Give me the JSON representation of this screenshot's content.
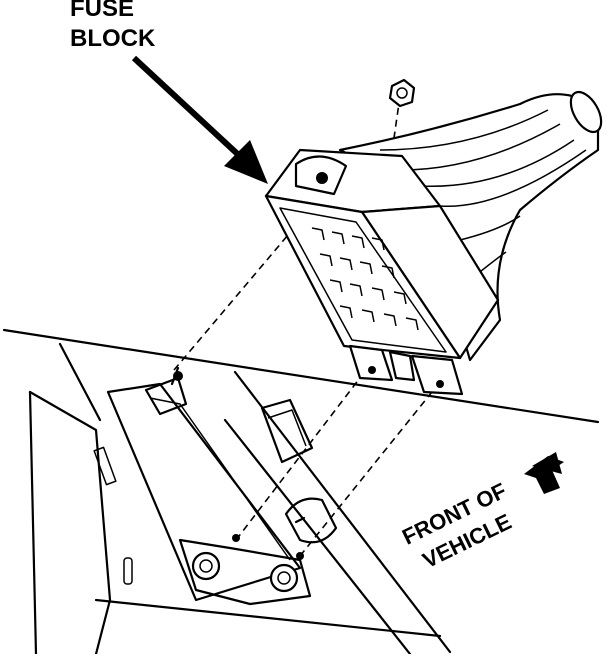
{
  "labels": {
    "fuse_block_line1": "FUSE",
    "fuse_block_line2": "BLOCK",
    "front_line1": "FRONT OF",
    "front_line2": "VEHICLE"
  }
}
